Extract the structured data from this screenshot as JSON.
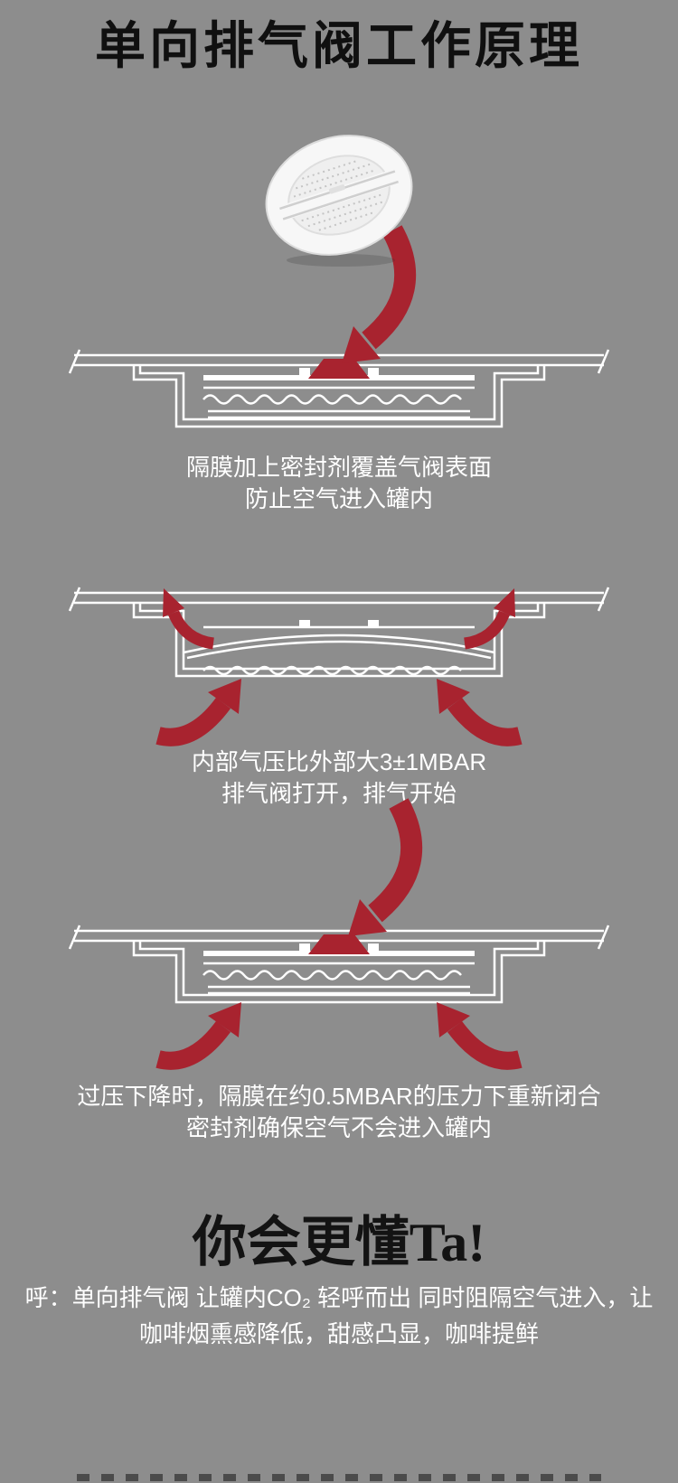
{
  "page": {
    "title": "单向排气阀工作原理",
    "background_color": "#8d8d8d",
    "diagram_line_color": "#ffffff",
    "arrow_color": "#a8232f",
    "caption_text_color": "#ffffff",
    "title_color": "#101010"
  },
  "steps": [
    {
      "id": "sealed",
      "caption_lines": [
        "隔膜加上密封剂覆盖气阀表面",
        "防止空气进入罐内"
      ]
    },
    {
      "id": "venting",
      "caption_lines": [
        "内部气压比外部大3±1MBAR",
        "排气阀打开，排气开始"
      ]
    },
    {
      "id": "resealed",
      "caption_lines": [
        "过压下降时，隔膜在约0.5MBAR的压力下重新闭合",
        "密封剂确保空气不会进入罐内"
      ]
    }
  ],
  "footer": {
    "headline": "你会更懂Ta!",
    "body_lines": [
      "呼：单向排气阀 让罐内CO₂ 轻呼而出 同时阻隔空气进入，让",
      "咖啡烟熏感降低，甜感凸显，咖啡提鲜"
    ]
  }
}
